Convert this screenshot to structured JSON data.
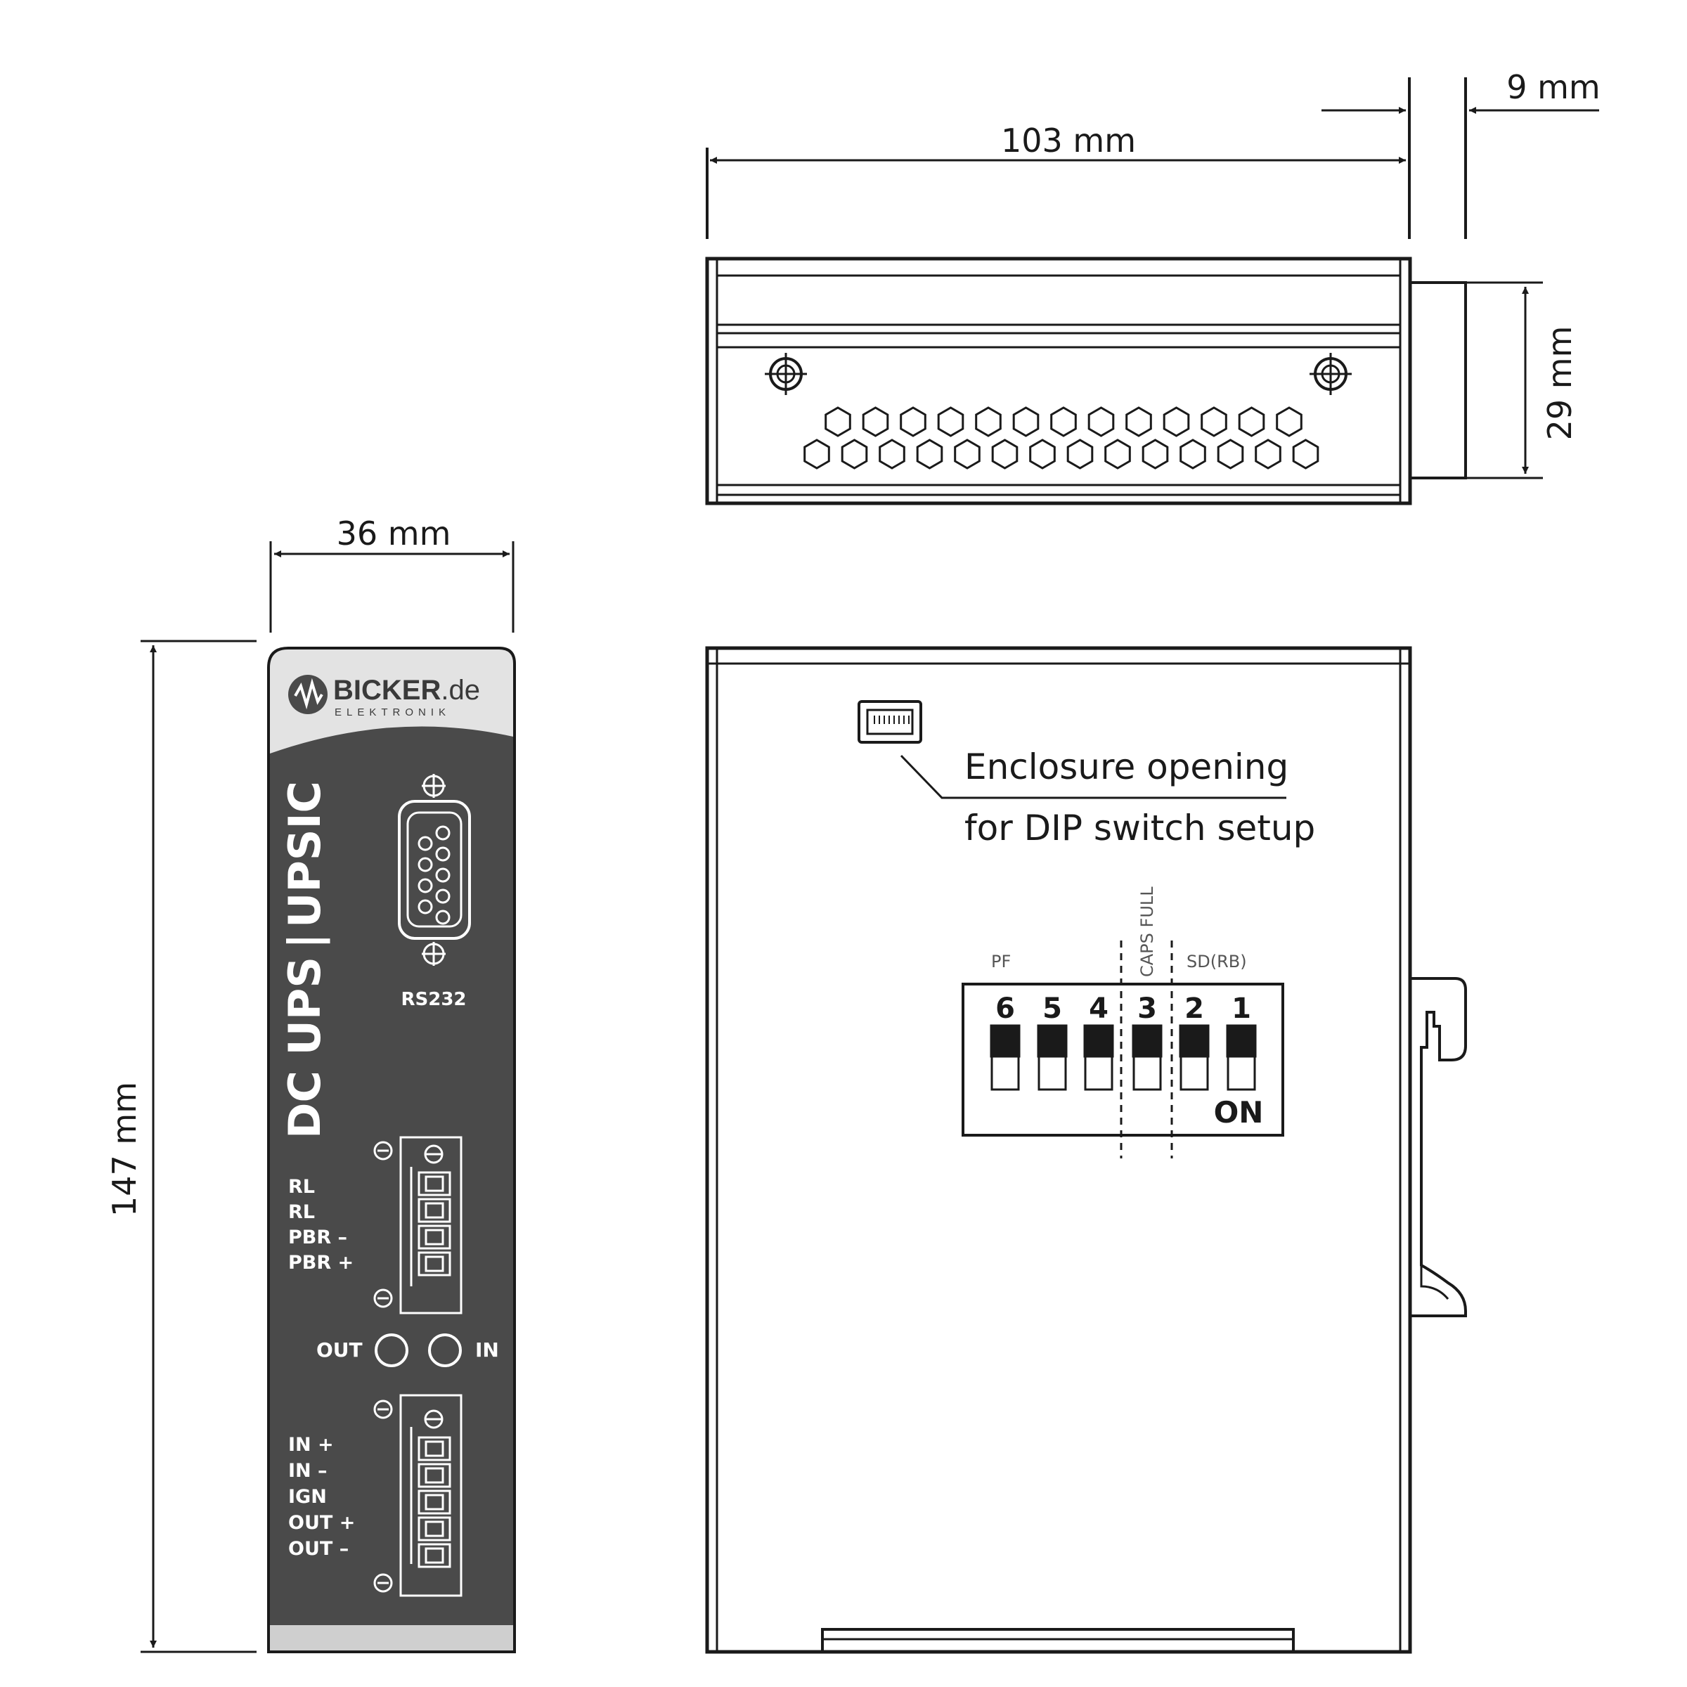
{
  "dimensions": {
    "width_label": "103 mm",
    "depth_extra_label": "9 mm",
    "height_side_label": "29 mm",
    "front_width_label": "36 mm",
    "front_height_label": "147 mm"
  },
  "front_panel": {
    "brand_main": "BICKER",
    "brand_suffix": ".de",
    "brand_sub": "ELEKTRONIK",
    "product_left": "DC UPS",
    "product_separator": "|",
    "product_right": "UPSIC",
    "port_label": "RS232",
    "relay_labels": [
      "RL",
      "RL",
      "PBR –",
      "PBR +"
    ],
    "led_out": "OUT",
    "led_in": "IN",
    "power_labels": [
      "IN +",
      "IN –",
      "IGN",
      "OUT +",
      "OUT –"
    ]
  },
  "side_view": {
    "callout_line1": "Enclosure opening",
    "callout_line2": "for DIP switch setup",
    "group_pf": "PF",
    "group_caps": "CAPS FULL",
    "group_sd": "SD(RB)",
    "switch_numbers": [
      "6",
      "5",
      "4",
      "3",
      "2",
      "1"
    ],
    "on_label": "ON"
  }
}
